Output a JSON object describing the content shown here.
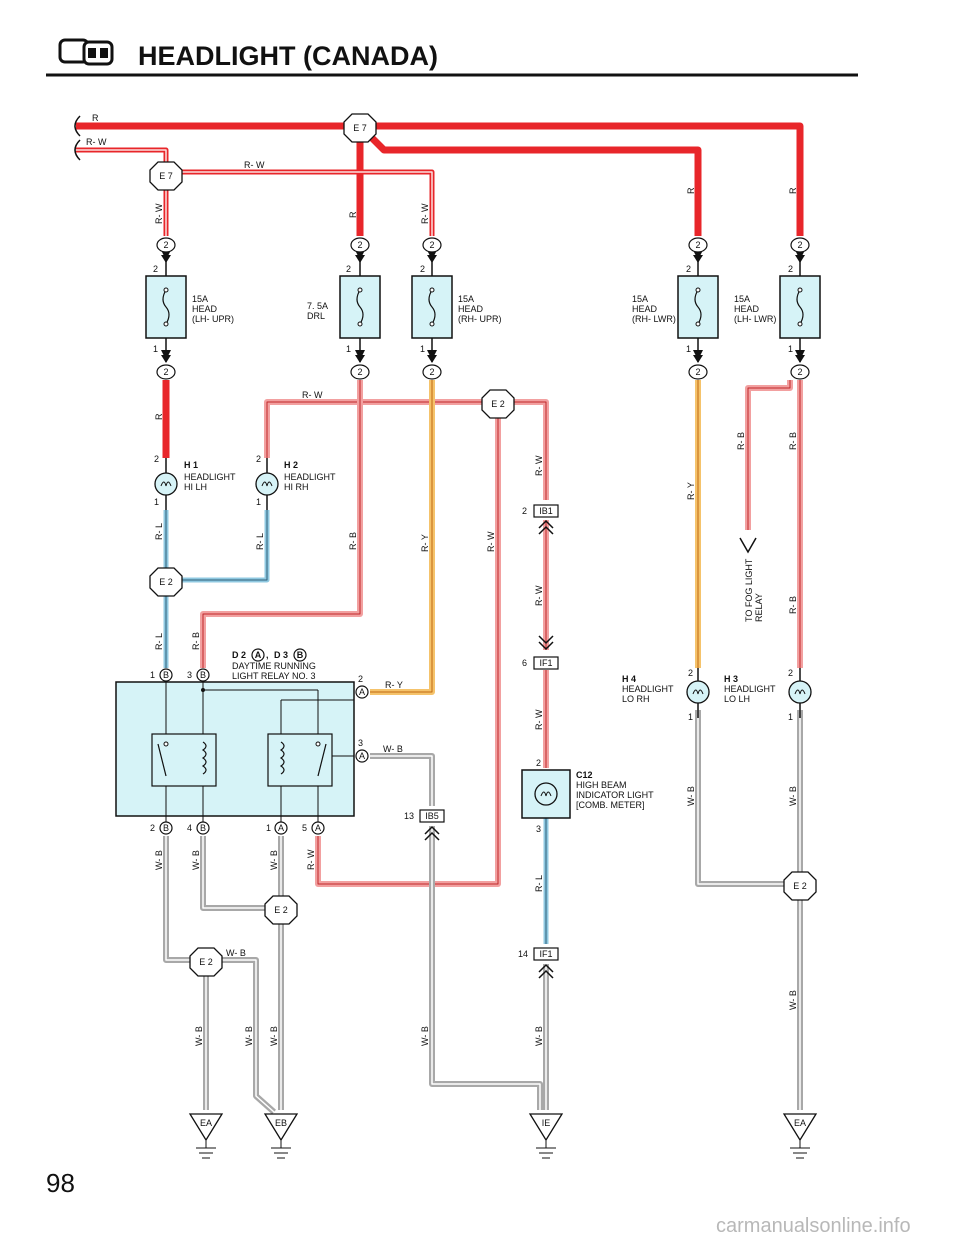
{
  "page": {
    "title": "HEADLIGHT (CANADA)",
    "page_number": "98",
    "watermark": "carmanualsonline.info"
  },
  "colors": {
    "red_wire": "#e8262a",
    "red_trace": "#f2a0a0",
    "yellow_trace": "#f5c36b",
    "blue_trace": "#8fc8e0",
    "gray_trace": "#a8a8a8",
    "component_fill": "#d6f3f7"
  },
  "wire_labels": {
    "r": "R",
    "rw": "R- W",
    "rl": "R- L",
    "rb": "R- B",
    "ry": "R- Y",
    "wb": "W- B"
  },
  "connectors": {
    "e7": "E 7",
    "e2": "E 2",
    "two": "2",
    "ib1": "IB1",
    "if1": "IF1",
    "ib5": "IB5",
    "a": "A",
    "b": "B"
  },
  "grounds": {
    "ea": "EA",
    "eb": "EB",
    "ie": "IE"
  },
  "pins": {
    "p1": "1",
    "p2": "2",
    "p3": "3",
    "p4": "4",
    "p5": "5",
    "p6": "6",
    "p13": "13",
    "p14": "14"
  },
  "fuses": {
    "lh_upr": [
      "15A",
      "HEAD",
      "(LH- UPR)"
    ],
    "drl": [
      "7. 5A",
      "DRL"
    ],
    "rh_upr": [
      "15A",
      "HEAD",
      "(RH- UPR)"
    ],
    "rh_lwr": [
      "15A",
      "HEAD",
      "(RH- LWR)"
    ],
    "lh_lwr": [
      "15A",
      "HEAD",
      "(LH- LWR)"
    ]
  },
  "components": {
    "h1": {
      "code": "H 1",
      "lines": [
        "HEADLIGHT",
        "HI LH"
      ]
    },
    "h2": {
      "code": "H 2",
      "lines": [
        "HEADLIGHT",
        "HI RH"
      ]
    },
    "h3": {
      "code": "H 3",
      "lines": [
        "HEADLIGHT",
        "LO LH"
      ]
    },
    "h4": {
      "code": "H 4",
      "lines": [
        "HEADLIGHT",
        "LO RH"
      ]
    },
    "c12": {
      "code": "C12",
      "lines": [
        "HIGH BEAM",
        "INDICATOR LIGHT",
        "[COMB.  METER]"
      ]
    },
    "relay": {
      "d2": "D 2",
      "sep": ",",
      "d3": "D 3",
      "lines": [
        "DAYTIME RUNNING",
        "LIGHT RELAY NO. 3"
      ]
    }
  },
  "notes": {
    "fog_relay": [
      "TO FOG LIGHT",
      "RELAY"
    ]
  }
}
